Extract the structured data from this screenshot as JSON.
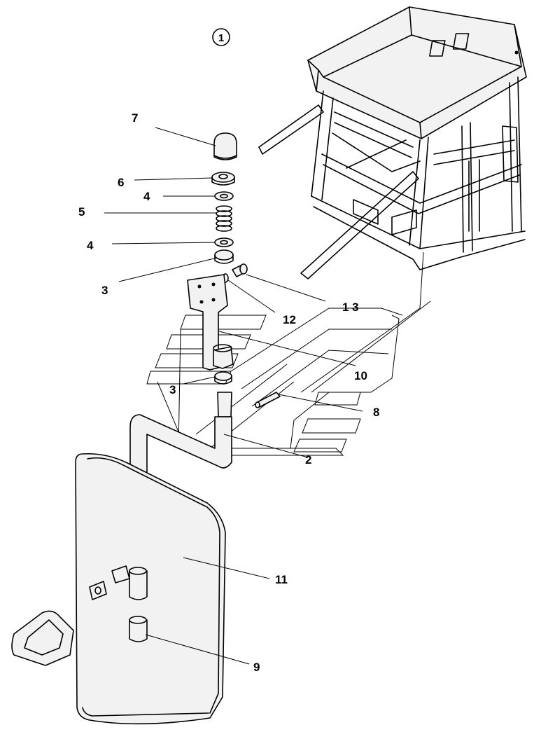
{
  "diagram": {
    "view_marker": "1",
    "callouts": {
      "c7": "7",
      "c6": "6",
      "c4a": "4",
      "c5": "5",
      "c4b": "4",
      "c3a": "3",
      "c13": "1 3",
      "c12": "12",
      "c10": "10",
      "c3b": "3",
      "c8": "8",
      "c2": "2",
      "c11": "11",
      "c9": "9"
    }
  }
}
